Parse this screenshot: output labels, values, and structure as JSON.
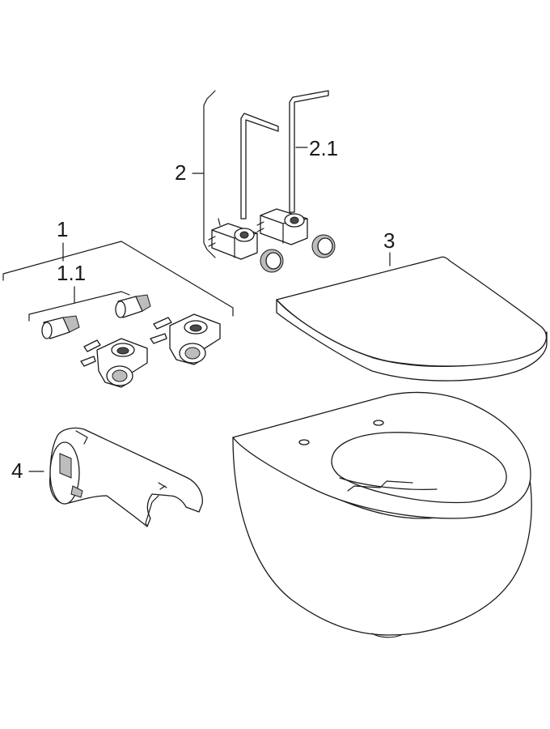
{
  "labels": {
    "part_1": "1",
    "part_1_1": "1.1",
    "part_2": "2",
    "part_2_1": "2.1",
    "part_3": "3",
    "part_4": "4"
  },
  "colors": {
    "line": "#1a1a1a",
    "background": "#ffffff",
    "shade": "#bdbdbd"
  }
}
